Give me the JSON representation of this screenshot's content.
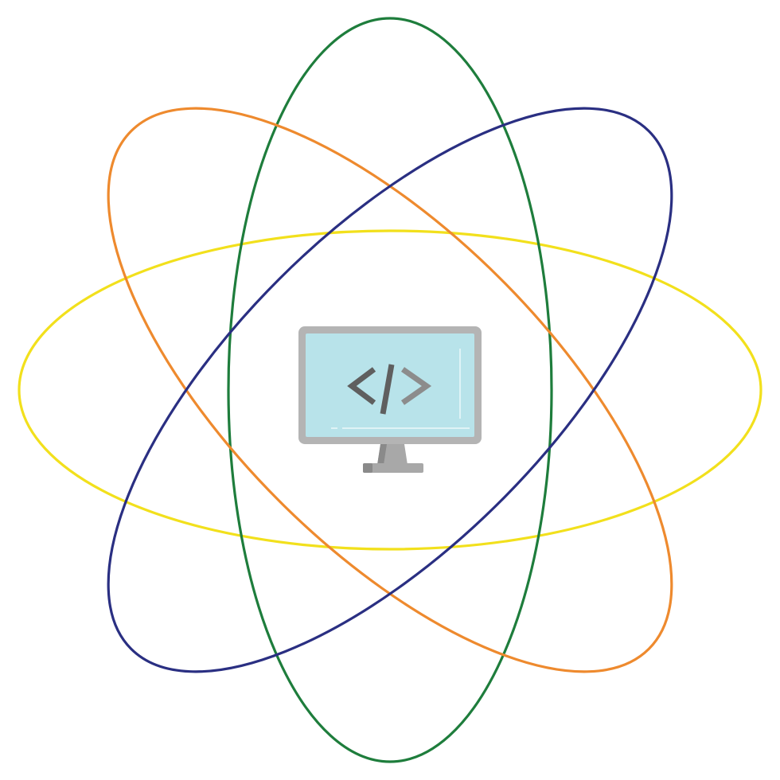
{
  "orbits": [
    {
      "name": "yellow-orbit",
      "color": "#F2E01C"
    },
    {
      "name": "green-orbit",
      "color": "#1E7D3C"
    },
    {
      "name": "orange-orbit",
      "color": "#EE8A2E"
    },
    {
      "name": "navy-orbit",
      "color": "#2A2F82"
    }
  ],
  "monitor": {
    "icon": "code-monitor-icon",
    "frame_color": "#B4B4B4",
    "screen_color": "#B8E3EA",
    "stand_color": "#A8A8A8",
    "stand_shadow_color": "#8A8A8A",
    "glyph_color": "#5F5F5F",
    "glyph_light_color": "#8C8C8C"
  }
}
